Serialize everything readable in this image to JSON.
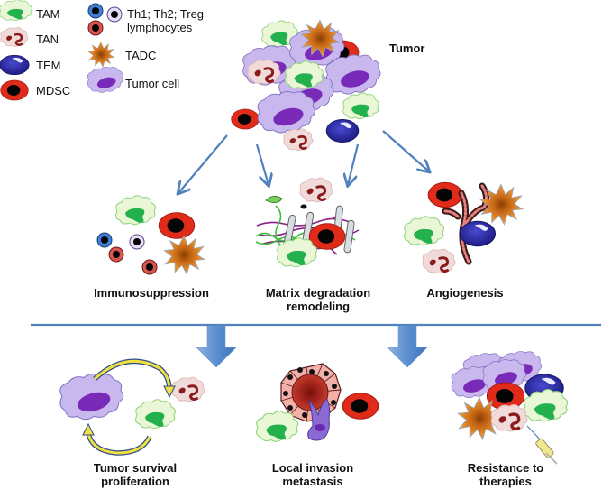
{
  "legend": {
    "items": [
      {
        "key": "tam",
        "label": "TAM"
      },
      {
        "key": "tan",
        "label": "TAN"
      },
      {
        "key": "tem",
        "label": "TEM"
      },
      {
        "key": "mdsc",
        "label": "MDSC"
      },
      {
        "key": "lymph",
        "label": "Th1; Th2; Treg",
        "label2": "lymphocytes"
      },
      {
        "key": "tadc",
        "label": "TADC"
      },
      {
        "key": "tumor_cell",
        "label": "Tumor cell"
      }
    ]
  },
  "tumor": {
    "label": "Tumor"
  },
  "processes": {
    "immunosuppression": {
      "label": "Immunosuppression"
    },
    "matrix": {
      "label": "Matrix degradation",
      "label2": "remodeling"
    },
    "angiogenesis": {
      "label": "Angiogenesis"
    }
  },
  "outcomes": {
    "survival": {
      "label": "Tumor survival",
      "label2": "proliferation"
    },
    "invasion": {
      "label": "Local invasion",
      "label2": "metastasis"
    },
    "resistance": {
      "label": "Resistance to",
      "label2": "therapies"
    }
  },
  "colors": {
    "arrow": "#4f81bd",
    "tam_fill": "#e9f7d6",
    "tam_nucleus": "#22b14c",
    "tan_fill": "#f0dada",
    "tan_nucleus": "#8b1a1a",
    "tem": "#2e2ea6",
    "mdsc": "#e02a1a",
    "tadc": "#e88a2a",
    "tumor_fill": "#c9b8ee",
    "tumor_nucleus": "#7a2ab8",
    "lymph_blue": "#3f7fd6",
    "lymph_lilac": "#d9d0ee",
    "lymph_red": "#d9534f"
  }
}
